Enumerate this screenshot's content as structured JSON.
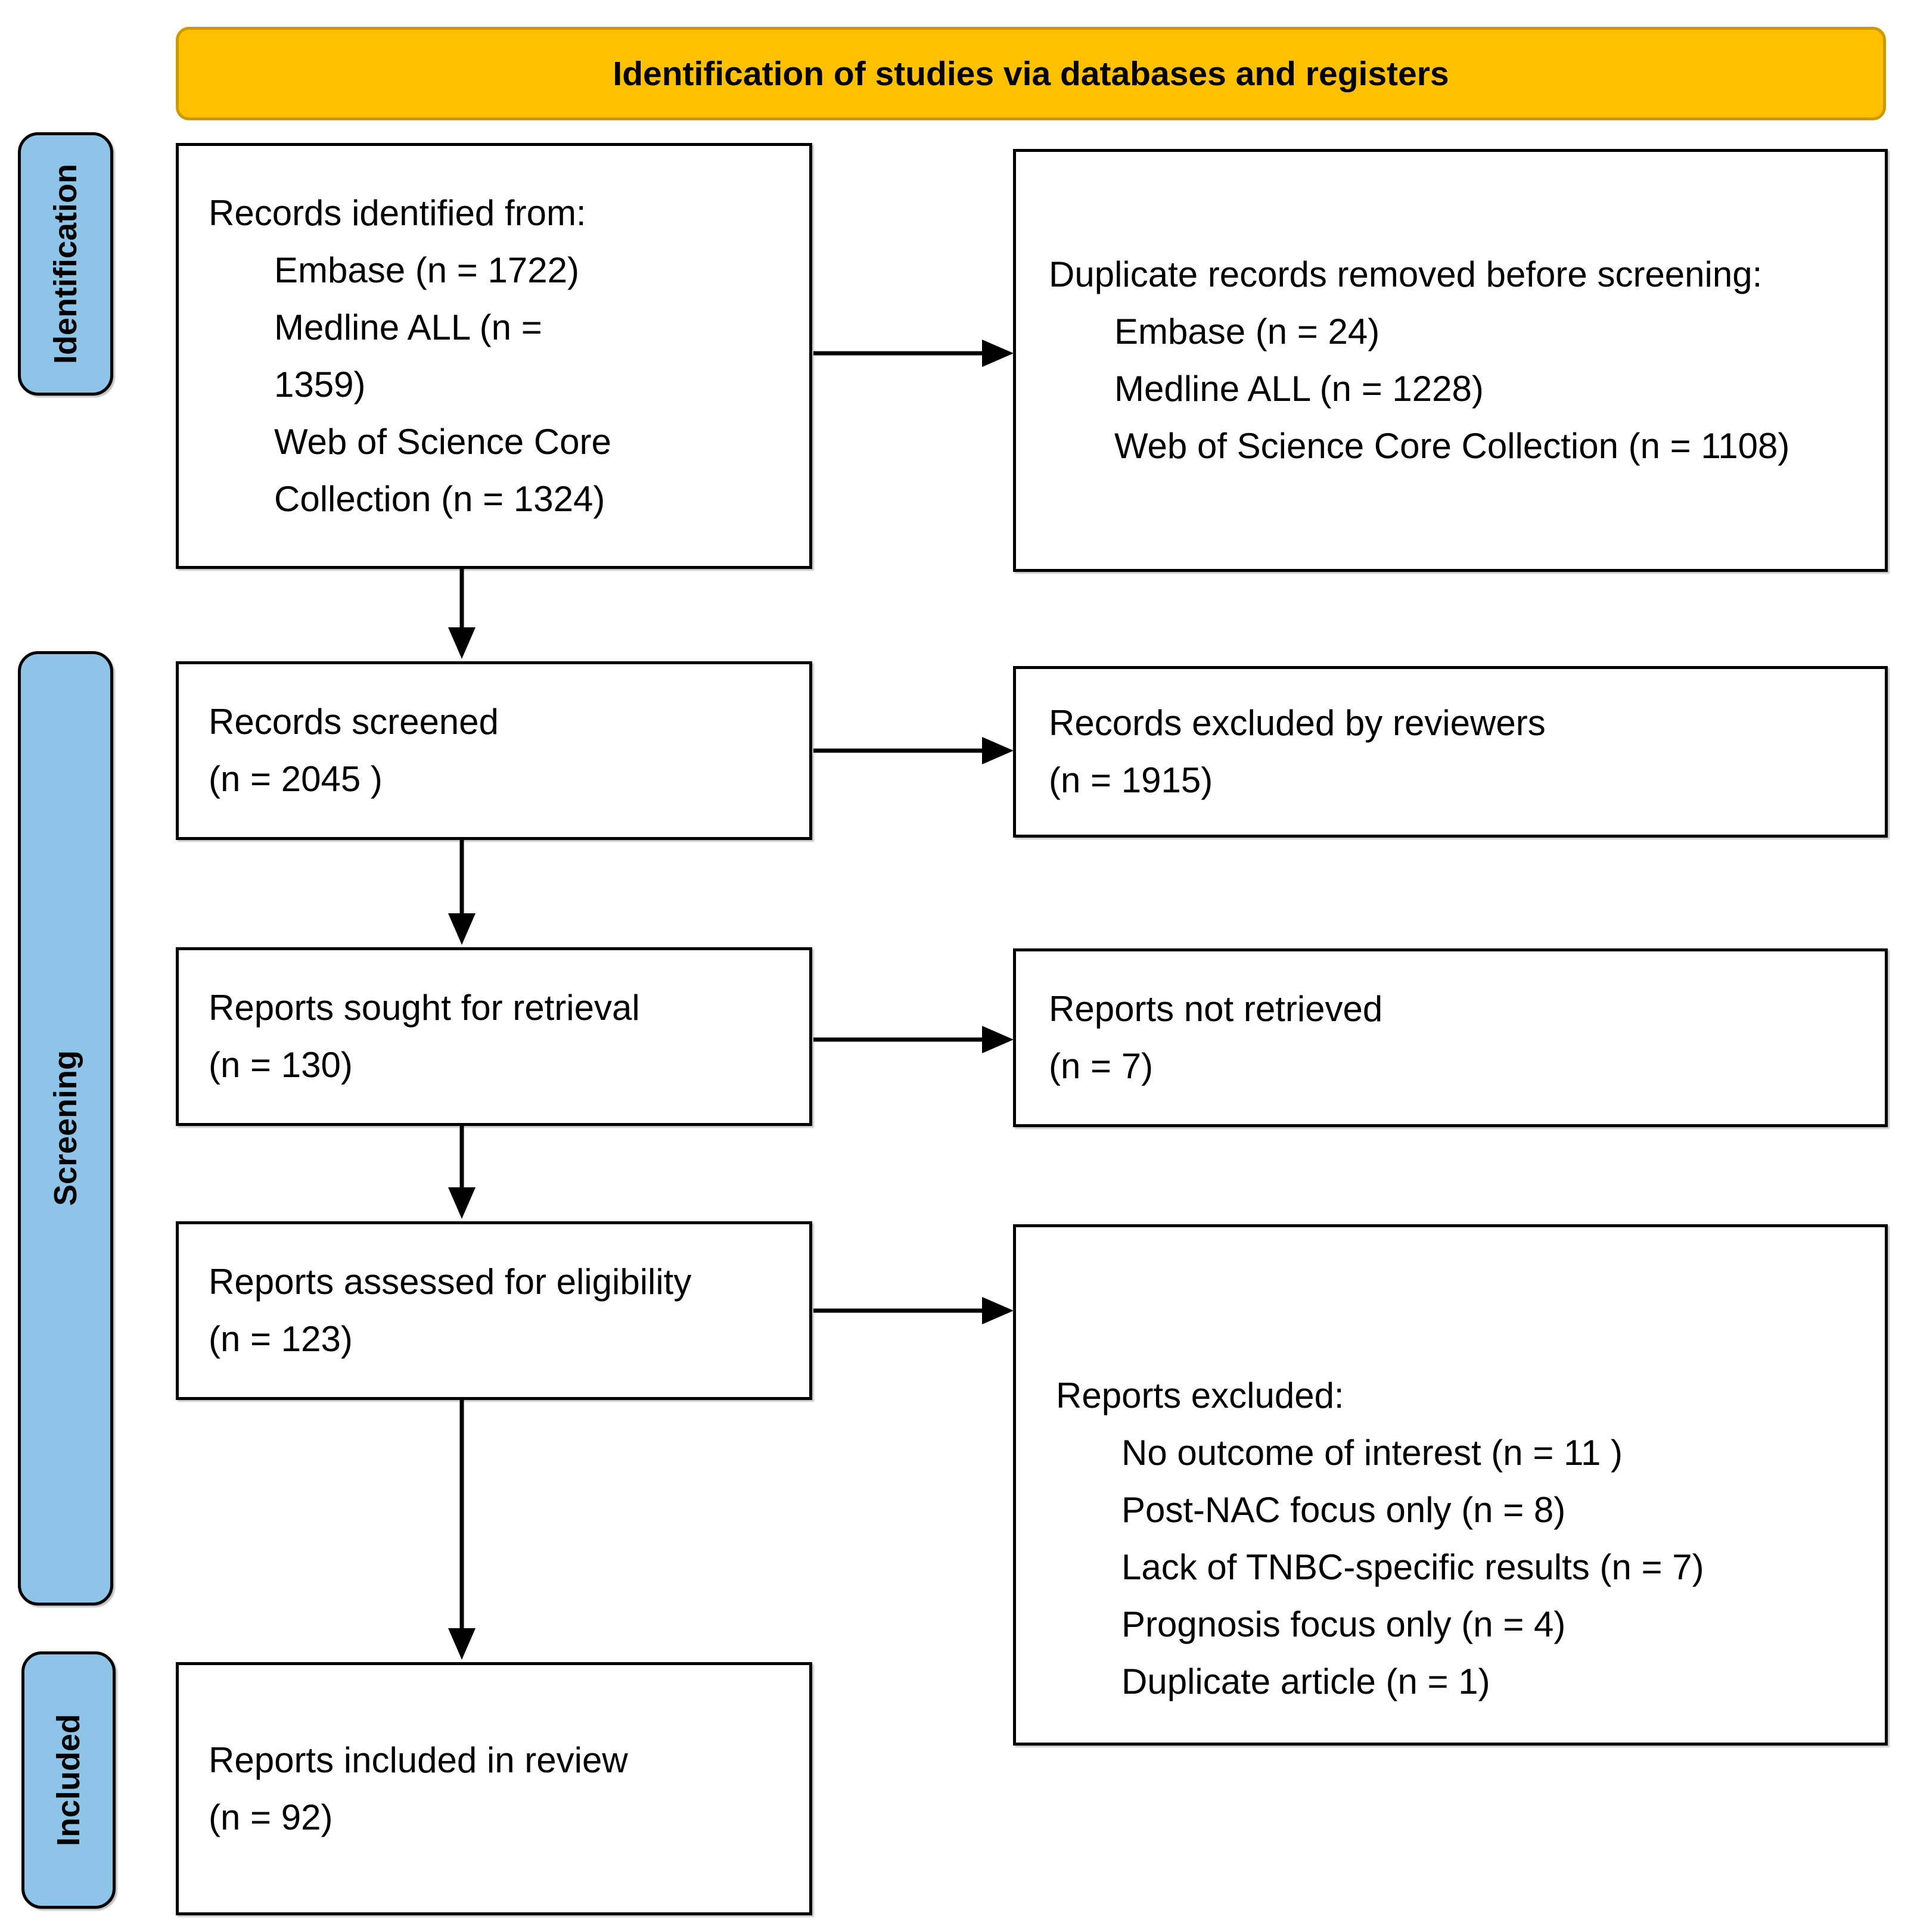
{
  "banner": {
    "title": "Identification of studies via databases and registers"
  },
  "stages": {
    "identification": "Identification",
    "screening": "Screening",
    "included": "Included"
  },
  "flow": {
    "records_identified": {
      "title": "Records identified from:",
      "sources": [
        "Embase (n = 1722)",
        "Medline ALL (n = 1359)",
        "Web of Science Core Collection (n = 1324)"
      ]
    },
    "duplicates_removed": {
      "title": "Duplicate records removed before screening:",
      "sources": [
        "Embase (n = 24)",
        "Medline ALL (n = 1228)",
        "Web of Science Core Collection (n = 1108)"
      ]
    },
    "records_screened": {
      "label": "Records screened",
      "count": "(n = 2045 )"
    },
    "records_excluded": {
      "label": "Records excluded by reviewers",
      "count": "(n = 1915)"
    },
    "reports_sought": {
      "label": "Reports sought for retrieval",
      "count": "(n = 130)"
    },
    "reports_not_retrieved": {
      "label": "Reports not retrieved",
      "count": "(n = 7)"
    },
    "reports_assessed": {
      "label": "Reports assessed for eligibility",
      "count": "(n = 123)"
    },
    "reports_excluded": {
      "title": "Reports excluded:",
      "reasons": [
        "No outcome of interest (n = 11 )",
        "Post-NAC focus only (n = 8)",
        "Lack of TNBC-specific results (n = 7)",
        "Prognosis focus only (n = 4)",
        "Duplicate article (n = 1)"
      ]
    },
    "reports_included": {
      "label": "Reports included in review",
      "count": "(n = 92)"
    }
  },
  "colors": {
    "banner_bg": "#FFC000",
    "banner_border": "#CC9900",
    "stage_bg": "#8EC4E8",
    "line_color": "#000000"
  }
}
